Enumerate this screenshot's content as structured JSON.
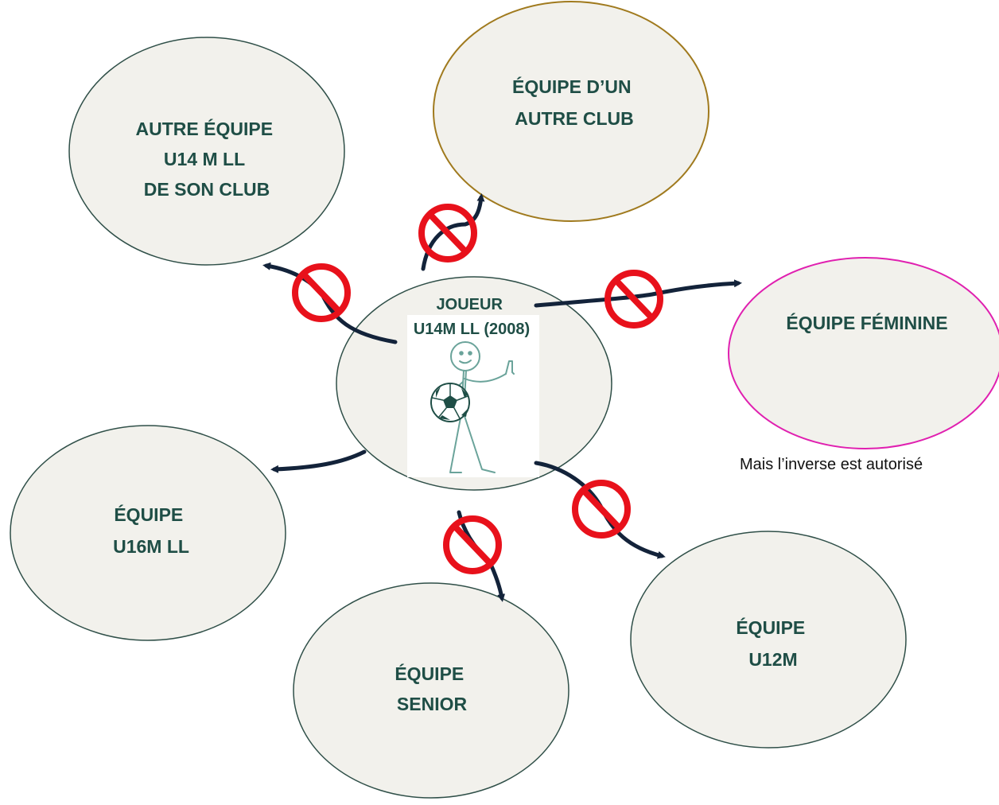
{
  "diagram": {
    "nodes": {
      "joueur": {
        "lines": [
          "JOUEUR",
          "U14M LL (2008)"
        ],
        "border": "#2f4f48"
      },
      "autre_u14": {
        "lines": [
          "AUTRE ÉQUIPE",
          "U14 M LL",
          "DE SON CLUB"
        ],
        "border": "#2f4f48"
      },
      "autre_club": {
        "lines": [
          "ÉQUIPE D’UN",
          "AUTRE CLUB"
        ],
        "border": "#a07a1e"
      },
      "feminine": {
        "lines": [
          "ÉQUIPE FÉMININE"
        ],
        "border": "#e020b0"
      },
      "u16": {
        "lines": [
          "ÉQUIPE",
          "U16M LL"
        ],
        "border": "#2f4f48"
      },
      "senior": {
        "lines": [
          "ÉQUIPE",
          "SENIOR"
        ],
        "border": "#2f4f48"
      },
      "u12": {
        "lines": [
          "ÉQUIPE",
          "U12M"
        ],
        "border": "#2f4f48"
      }
    },
    "note": "Mais l’inverse est autorisé",
    "edges": [
      {
        "to": "autre_u14",
        "forbidden": true
      },
      {
        "to": "autre_club",
        "forbidden": true
      },
      {
        "to": "feminine",
        "forbidden": true
      },
      {
        "to": "u16",
        "forbidden": false
      },
      {
        "to": "senior",
        "forbidden": true
      },
      {
        "to": "u12",
        "forbidden": true
      }
    ],
    "colors": {
      "node_fill": "#f2f1ec",
      "text": "#1f4e46",
      "arrow": "#13233a",
      "forbidden": "#e8111b"
    },
    "icons": {
      "player": "stick-figure-with-soccer-ball-icon",
      "forbidden": "no-entry-sign-icon"
    }
  }
}
